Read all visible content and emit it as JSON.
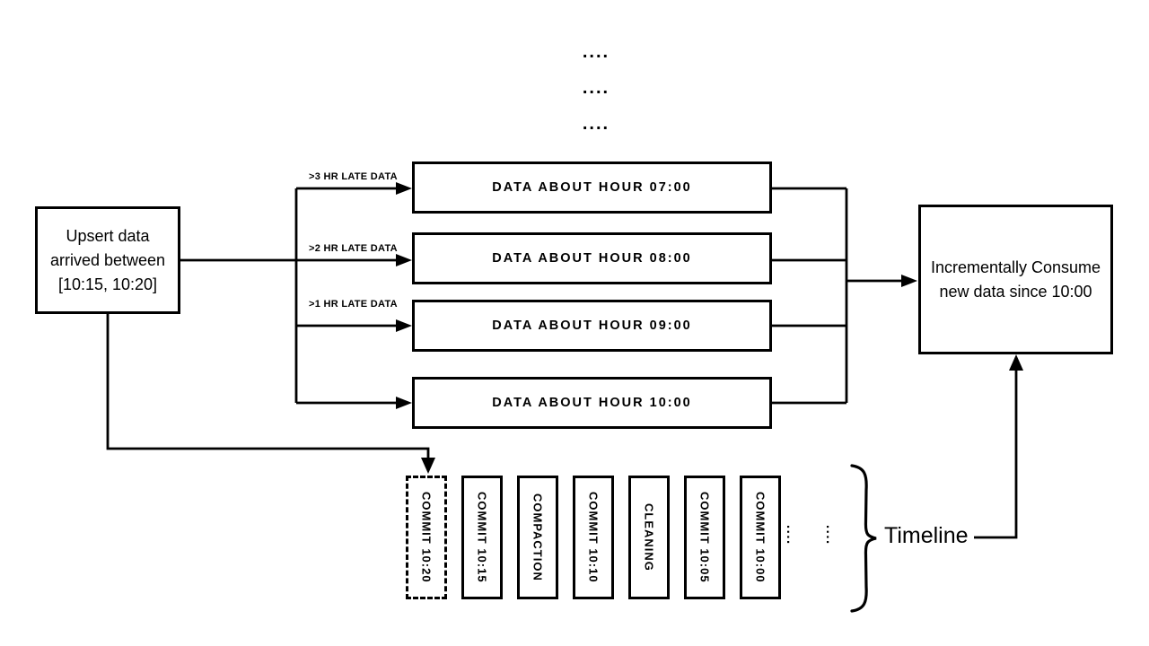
{
  "diagram": {
    "colors": {
      "ink": "#000000",
      "background": "#ffffff"
    },
    "top_ellipsis": {
      "rows": [
        "....",
        "....",
        "...."
      ]
    },
    "upsert_box": {
      "line1": "Upsert data",
      "line2": "arrived between",
      "line3": "[10:15, 10:20]"
    },
    "late_arrows": [
      {
        "label": ">3 HR LATE DATA"
      },
      {
        "label": ">2 HR LATE DATA"
      },
      {
        "label": ">1 HR LATE DATA"
      }
    ],
    "hour_boxes": [
      {
        "label": "DATA ABOUT HOUR 07:00"
      },
      {
        "label": "DATA ABOUT HOUR 08:00"
      },
      {
        "label": "DATA ABOUT HOUR 09:00"
      },
      {
        "label": "DATA ABOUT HOUR 10:00"
      }
    ],
    "consume_box": {
      "line1": "Incrementally Consume",
      "line2": "new data since 10:00"
    },
    "timeline": {
      "entries": [
        {
          "label": "COMMIT 10:20",
          "border": "dashed"
        },
        {
          "label": "COMMIT 10:15",
          "border": "solid"
        },
        {
          "label": "COMPACTION",
          "border": "solid"
        },
        {
          "label": "COMMIT 10:10",
          "border": "solid"
        },
        {
          "label": "CLEANING",
          "border": "solid"
        },
        {
          "label": "COMMIT 10:05",
          "border": "solid"
        },
        {
          "label": "COMMIT 10:00",
          "border": "solid"
        }
      ],
      "continuation_dots": [
        "....",
        "...."
      ],
      "label": "Timeline"
    }
  }
}
